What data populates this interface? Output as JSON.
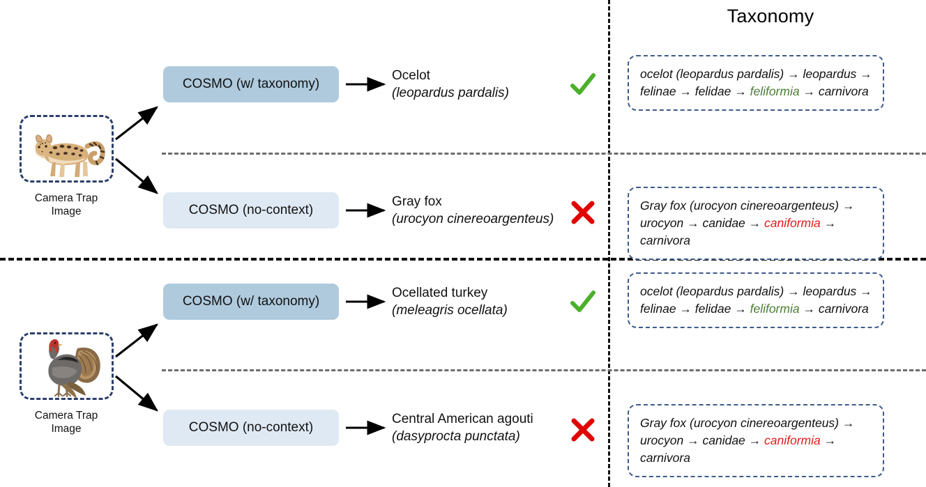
{
  "header": {
    "taxonomy_title": "Taxonomy"
  },
  "colors": {
    "model_with_taxonomy_bg": "#afcadd",
    "model_no_context_bg": "#dfe9f3",
    "image_card_border": "#2c3e6b",
    "taxonomy_box_border": "#3d5a8a",
    "correct_mark": "#4caf2a",
    "incorrect_mark": "#e00000",
    "highlight_correct_text": "#4a7d33",
    "highlight_incorrect_text": "#e01b1b",
    "separator": "#111111",
    "minor_separator": "#6d6d6d"
  },
  "rows": [
    {
      "input": {
        "caption_line1": "Camera Trap",
        "caption_line2": "Image",
        "animal": "ocelot"
      },
      "branches": [
        {
          "model_label": "COSMO (w/ taxonomy)",
          "prediction_common": "Ocelot",
          "prediction_scientific": "(leopardus pardalis)",
          "verdict": "correct",
          "verdict_icon": "check-icon",
          "taxonomy_chain": {
            "prefix": "ocelot (leopardus pardalis) → leopardus → felinae → felidae → ",
            "highlight": "feliformia",
            "highlight_kind": "green",
            "suffix": " → carnivora"
          }
        },
        {
          "model_label": "COSMO (no-context)",
          "prediction_common": "Gray fox",
          "prediction_scientific": "(urocyon cinereoargenteus)",
          "verdict": "incorrect",
          "verdict_icon": "cross-icon",
          "taxonomy_chain": {
            "prefix": "Gray fox (urocyon cinereoargenteus) → urocyon → canidae → ",
            "highlight": "caniformia",
            "highlight_kind": "red",
            "suffix": " → carnivora"
          }
        }
      ]
    },
    {
      "input": {
        "caption_line1": "Camera Trap",
        "caption_line2": "Image",
        "animal": "turkey"
      },
      "branches": [
        {
          "model_label": "COSMO (w/ taxonomy)",
          "prediction_common": "Ocellated turkey",
          "prediction_scientific": "(meleagris ocellata)",
          "verdict": "correct",
          "verdict_icon": "check-icon",
          "taxonomy_chain": {
            "prefix": "ocelot (leopardus pardalis) → leopardus → felinae → felidae → ",
            "highlight": "feliformia",
            "highlight_kind": "green",
            "suffix": " → carnivora"
          }
        },
        {
          "model_label": "COSMO (no-context)",
          "prediction_common": "Central American agouti",
          "prediction_scientific": "(dasyprocta punctata)",
          "verdict": "incorrect",
          "verdict_icon": "cross-icon",
          "taxonomy_chain": {
            "prefix": "Gray fox (urocyon cinereoargenteus) → urocyon → canidae → ",
            "highlight": "caniformia",
            "highlight_kind": "red",
            "suffix": " → carnivora"
          }
        }
      ]
    }
  ]
}
